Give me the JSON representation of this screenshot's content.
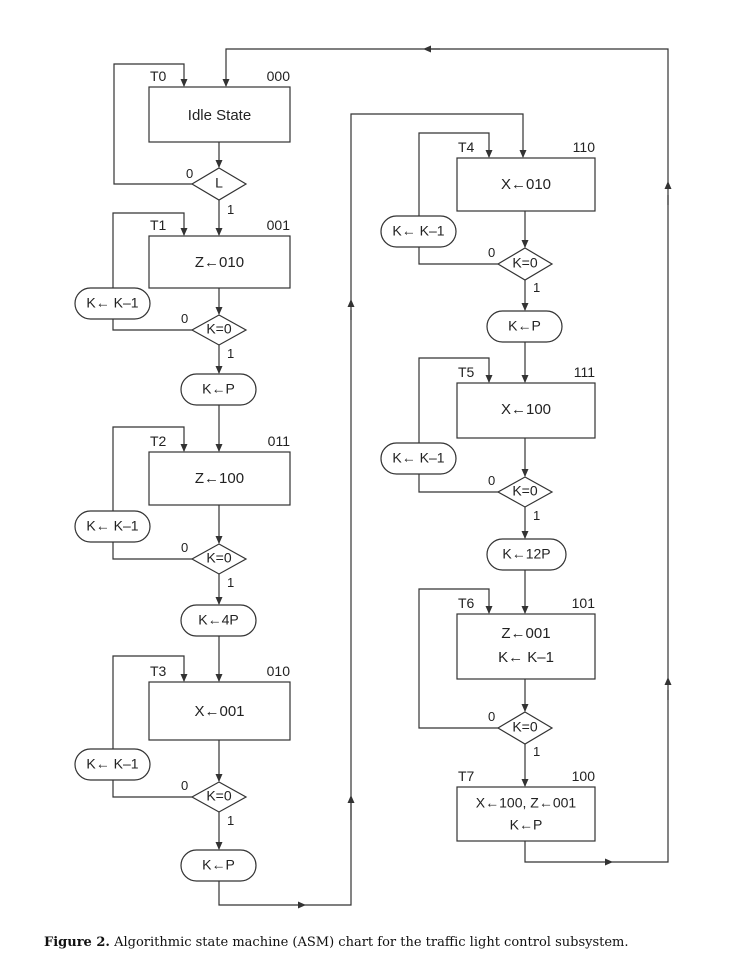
{
  "states": [
    {
      "id": "t0",
      "label": "T0",
      "code": "000",
      "lines": [
        "Idle State"
      ]
    },
    {
      "id": "t1",
      "label": "T1",
      "code": "001",
      "lines": [
        "Z←010"
      ]
    },
    {
      "id": "t2",
      "label": "T2",
      "code": "011",
      "lines": [
        "Z←100"
      ]
    },
    {
      "id": "t3",
      "label": "T3",
      "code": "010",
      "lines": [
        "X←001"
      ]
    },
    {
      "id": "t4",
      "label": "T4",
      "code": "110",
      "lines": [
        "X←010"
      ]
    },
    {
      "id": "t5",
      "label": "T5",
      "code": "111",
      "lines": [
        "X←100"
      ]
    },
    {
      "id": "t6",
      "label": "T6",
      "code": "101",
      "lines": [
        "Z←001",
        "K← K–1"
      ]
    },
    {
      "id": "t7",
      "label": "T7",
      "code": "100",
      "lines": [
        "X←100, Z←001",
        "K←P"
      ]
    }
  ],
  "decisions": [
    {
      "id": "d0",
      "text": "L",
      "zero": "0",
      "one": "1"
    },
    {
      "id": "d1",
      "text": "K=0",
      "zero": "0",
      "one": "1"
    },
    {
      "id": "d2",
      "text": "K=0",
      "zero": "0",
      "one": "1"
    },
    {
      "id": "d3",
      "text": "K=0",
      "zero": "0",
      "one": "1"
    },
    {
      "id": "d4",
      "text": "K=0",
      "zero": "0",
      "one": "1"
    },
    {
      "id": "d5",
      "text": "K=0",
      "zero": "0",
      "one": "1"
    },
    {
      "id": "d6",
      "text": "K=0",
      "zero": "0",
      "one": "1"
    }
  ],
  "conditional_outputs": [
    {
      "id": "c1",
      "text": "K← K–1"
    },
    {
      "id": "c2",
      "text": "K←P"
    },
    {
      "id": "c3",
      "text": "K← K–1"
    },
    {
      "id": "c4",
      "text": "K←4P"
    },
    {
      "id": "c5",
      "text": "K← K–1"
    },
    {
      "id": "c6",
      "text": "K←P"
    },
    {
      "id": "c7",
      "text": "K← K–1"
    },
    {
      "id": "c8",
      "text": "K←P"
    },
    {
      "id": "c9",
      "text": "K← K–1"
    },
    {
      "id": "c10",
      "text": "K←12P"
    }
  ],
  "caption": {
    "prefix": "Figure 2.",
    "text": "Algorithmic state machine (ASM) chart for the traffic light control subsystem."
  }
}
